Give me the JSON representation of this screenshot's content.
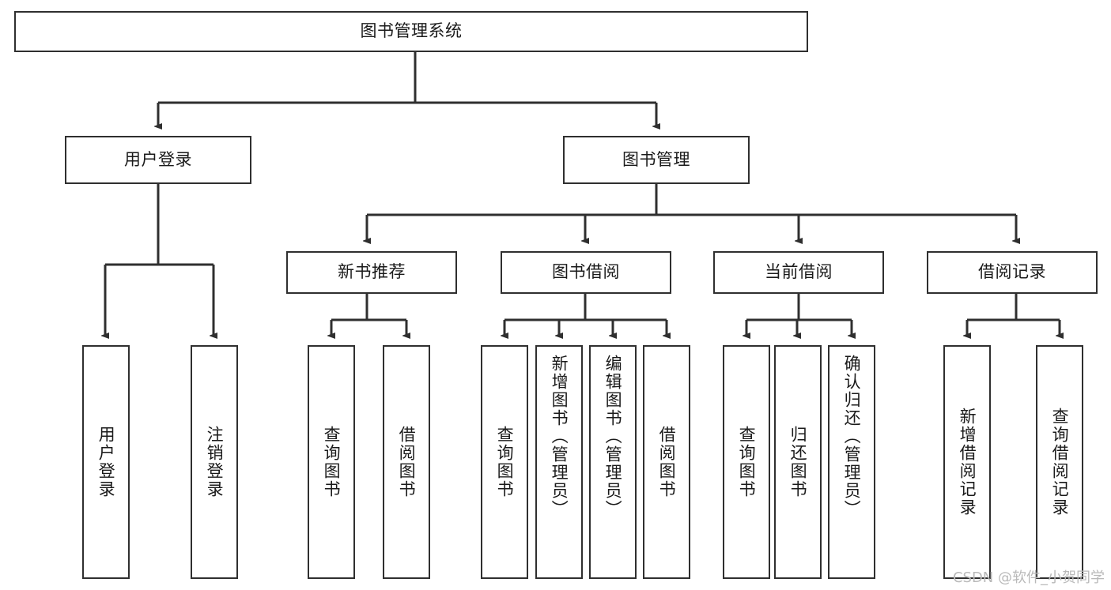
{
  "diagram": {
    "title": "图书管理系统",
    "root": {
      "label": "图书管理系统"
    },
    "level1": [
      {
        "label": "用户登录"
      },
      {
        "label": "图书管理"
      }
    ],
    "level2": [
      {
        "label": "新书推荐"
      },
      {
        "label": "图书借阅"
      },
      {
        "label": "当前借阅"
      },
      {
        "label": "借阅记录"
      }
    ],
    "leaves": {
      "user_login": [
        {
          "label": "用户登录"
        },
        {
          "label": "注销登录"
        }
      ],
      "new_book": [
        {
          "label": "查询图书"
        },
        {
          "label": "借阅图书"
        }
      ],
      "book_borrow": [
        {
          "label": "查询图书"
        },
        {
          "label": "新增图书（管理员）"
        },
        {
          "label": "编辑图书（管理员）"
        },
        {
          "label": "借阅图书"
        }
      ],
      "current_borrow": [
        {
          "label": "查询图书"
        },
        {
          "label": "归还图书"
        },
        {
          "label": "确认归还（管理员）"
        }
      ],
      "borrow_record": [
        {
          "label": "新增借阅记录"
        },
        {
          "label": "查询借阅记录"
        }
      ]
    }
  },
  "watermark": {
    "text": "CSDN @软件_小贺同学"
  },
  "colors": {
    "stroke": "#2f2f2f",
    "background": "#ffffff",
    "text": "#1a1a1a",
    "watermark": "#b9b9b9"
  }
}
